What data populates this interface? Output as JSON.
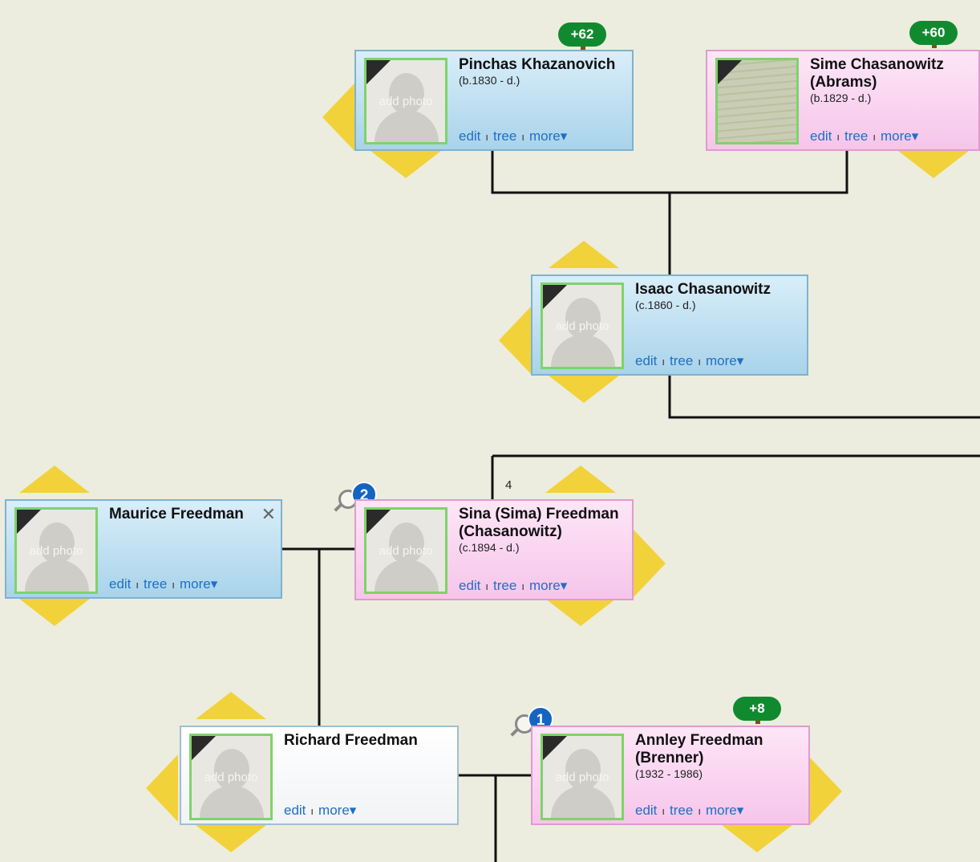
{
  "links": {
    "edit": "edit",
    "tree": "tree",
    "more": "more",
    "more_caret": "▾",
    "separator": "ı"
  },
  "photo_label": "add photo",
  "people": {
    "pinchas": {
      "name": "Pinchas Khazanovich",
      "dates": "(b.1830 - d.)",
      "bubble": "+62"
    },
    "sime": {
      "name": "Sime Chasanowitz (Abrams)",
      "dates": "(b.1829 - d.)",
      "bubble": "+60"
    },
    "isaac": {
      "name": "Isaac Chasanowitz",
      "dates": "(c.1860 - d.)"
    },
    "maurice": {
      "name": "Maurice Freedman",
      "dates": ""
    },
    "sina": {
      "name": "Sina (Sima) Freedman (Chasanowitz)",
      "dates": "(c.1894 - d.)",
      "badge": "2"
    },
    "richard": {
      "name": "Richard Freedman",
      "dates": ""
    },
    "annley": {
      "name": "Annley Freedman (Brenner)",
      "dates": "(1932 - 1986)",
      "badge": "1",
      "bubble": "+8"
    }
  },
  "generation_count": "4",
  "close_symbol": "✕",
  "colors": {
    "male": "#b9def2",
    "female": "#fad2f0",
    "accent_link": "#1f6fc6",
    "tree_bubble": "#118a2f",
    "match_badge": "#1565c0"
  },
  "icons": [
    "expand-arrow-icon",
    "search-match-icon",
    "tree-bubble-icon",
    "deceased-ribbon-icon",
    "close-icon"
  ]
}
